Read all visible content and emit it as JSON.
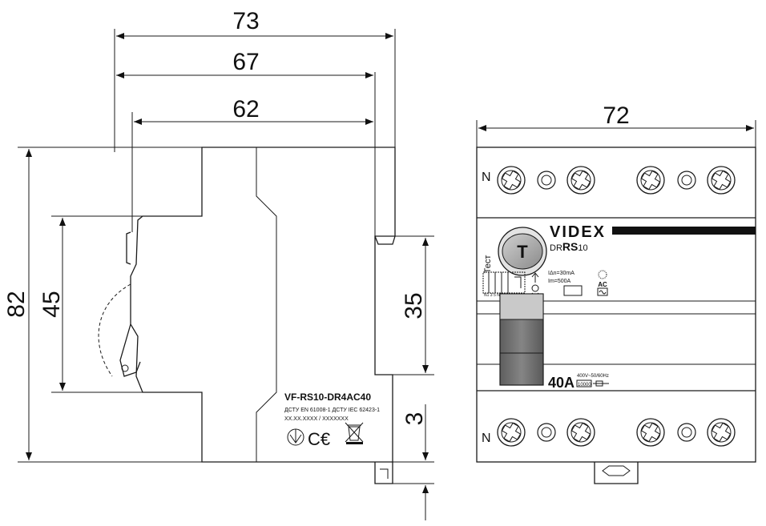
{
  "side_view": {
    "dimensions": {
      "width_total": "73",
      "width_mid": "67",
      "width_inner": "62",
      "height_total": "82",
      "height_front": "45",
      "height_rail": "35",
      "rail_thickness": "3"
    },
    "label": {
      "model": "VF-RS10-DR4AC40",
      "standards": "ДСТУ EN 61008-1   ДСТУ IEC 62423-1",
      "serial": "XX.XX.XXXX / XXXXXXX"
    }
  },
  "front_view": {
    "dimensions": {
      "width": "72"
    },
    "terminal_label_top": "N",
    "terminal_label_bottom": "N",
    "brand": "VIDEX",
    "series_prefix": "DR",
    "series_name": "RS",
    "series_suffix": "10",
    "test_label": "Тест",
    "test_button": "T",
    "residual_current": "IΔn=30mA",
    "making_current": "Im=500A",
    "type_label": "AC",
    "rating": "40A",
    "voltage": "400V~50/60Hz",
    "breaking": "10000"
  }
}
